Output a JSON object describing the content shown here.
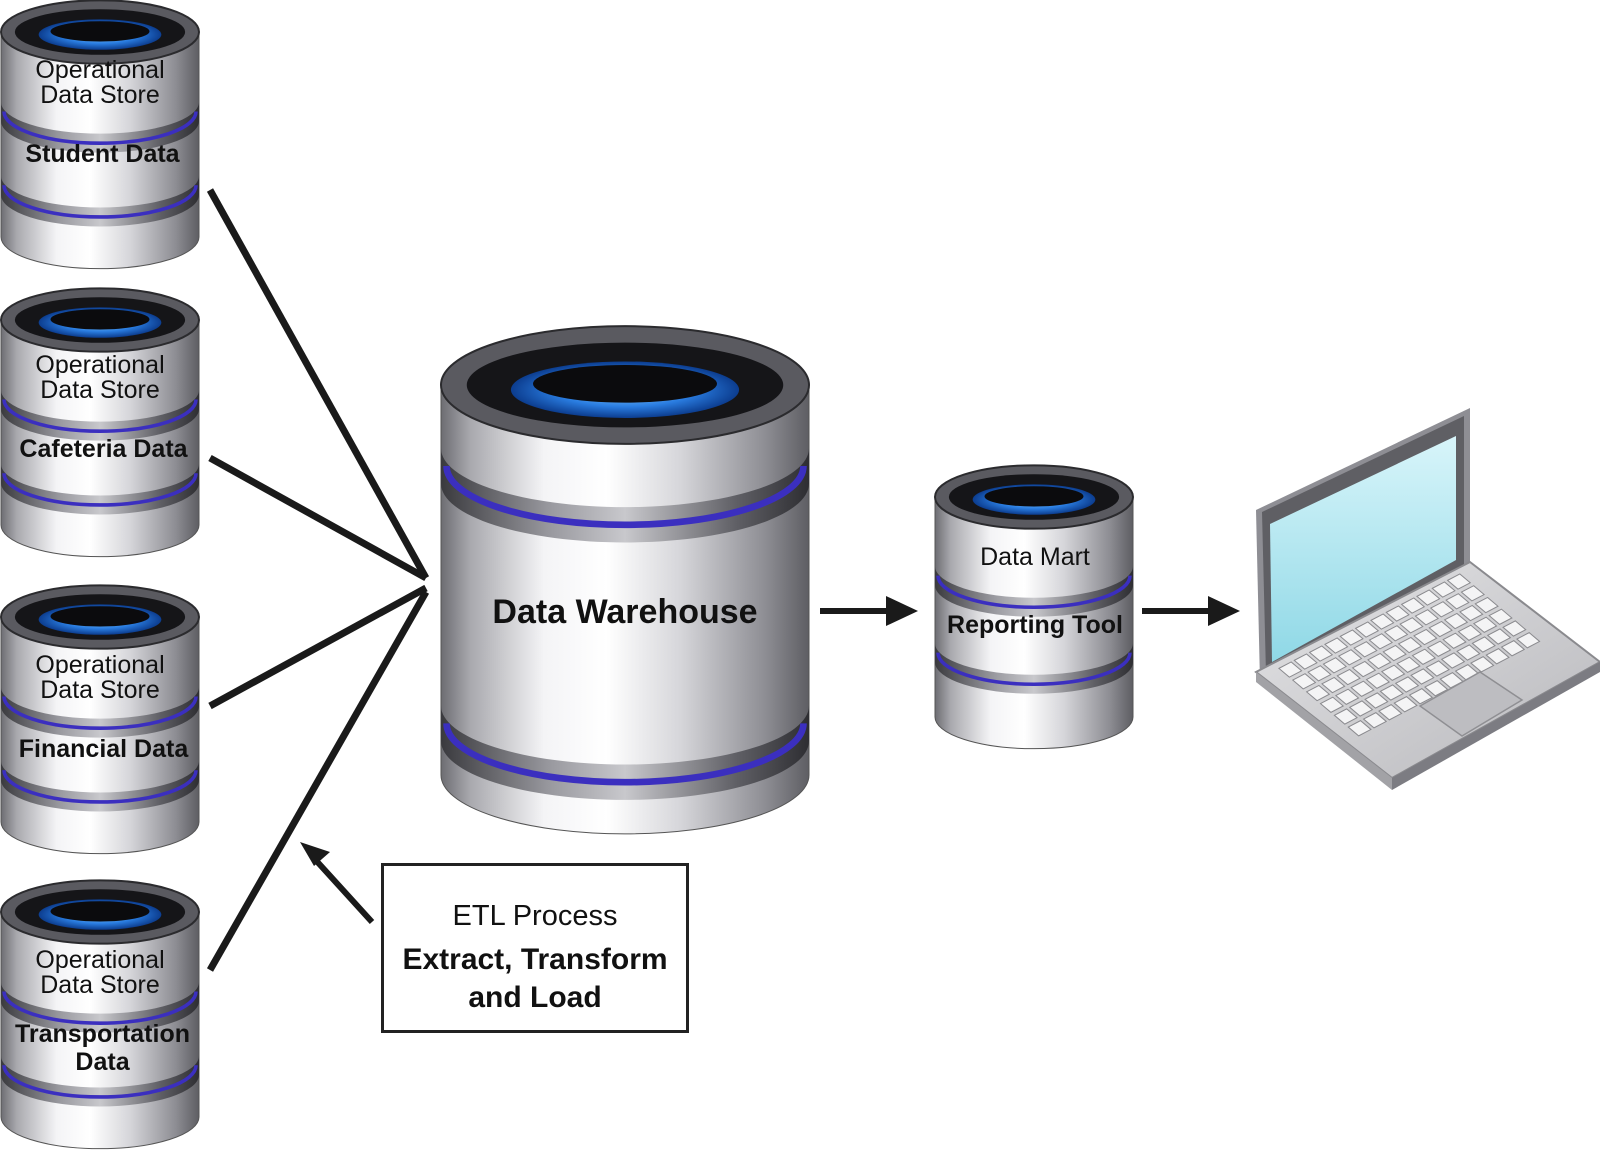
{
  "sources": [
    {
      "store_label": "Operational Data Store",
      "store_line1": "Operational",
      "store_line2": "Data Store",
      "data_label": "Student Data"
    },
    {
      "store_label": "Operational Data Store",
      "store_line1": "Operational",
      "store_line2": "Data Store",
      "data_label": "Cafeteria Data"
    },
    {
      "store_label": "Operational Data Store",
      "store_line1": "Operational",
      "store_line2": "Data Store",
      "data_label": "Financial Data"
    },
    {
      "store_label": "Operational Data Store",
      "store_line1": "Operational",
      "store_line2": "Data Store",
      "data_label": "Transportation Data",
      "data_line1": "Transportation",
      "data_line2": "Data"
    }
  ],
  "warehouse": {
    "label": "Data Warehouse"
  },
  "data_mart": {
    "label": "Data Mart",
    "tool_label": "Reporting Tool"
  },
  "etl": {
    "title": "ETL Process",
    "line1": "Extract, Transform",
    "line2": "and Load"
  },
  "colors": {
    "accent_blue": "#2a7de1",
    "ring_purple": "#3b2fbf",
    "metal_light": "#f2f2f4",
    "metal_dark": "#7a7a80",
    "screen": "#a6e3ee"
  },
  "icons": [
    "database-cylinder-icon",
    "laptop-icon",
    "arrow-right-icon"
  ]
}
